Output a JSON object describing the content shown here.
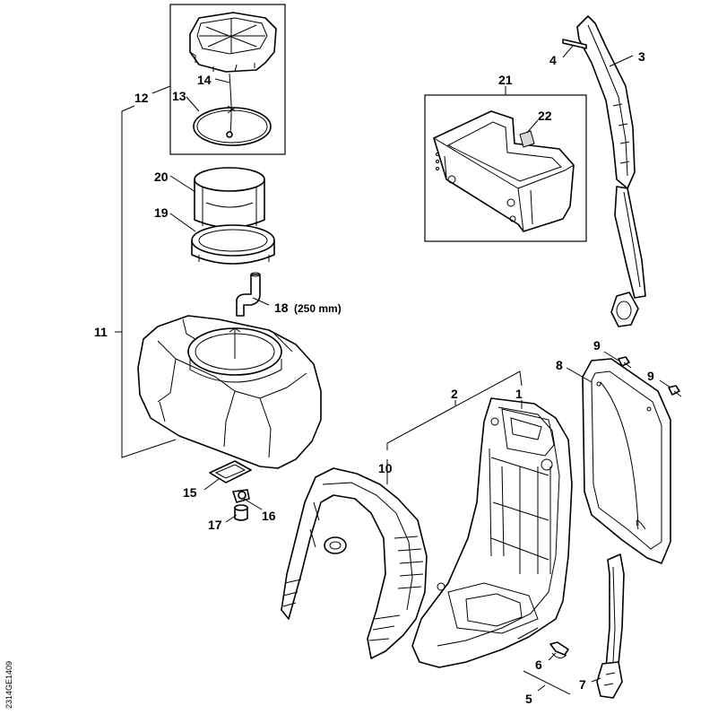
{
  "callouts": [
    {
      "id": "1",
      "label": "1"
    },
    {
      "id": "2",
      "label": "2"
    },
    {
      "id": "3",
      "label": "3"
    },
    {
      "id": "4",
      "label": "4"
    },
    {
      "id": "5",
      "label": "5"
    },
    {
      "id": "6",
      "label": "6"
    },
    {
      "id": "7",
      "label": "7"
    },
    {
      "id": "8",
      "label": "8"
    },
    {
      "id": "9a",
      "label": "9"
    },
    {
      "id": "9b",
      "label": "9"
    },
    {
      "id": "10",
      "label": "10"
    },
    {
      "id": "11",
      "label": "11"
    },
    {
      "id": "12",
      "label": "12"
    },
    {
      "id": "13",
      "label": "13"
    },
    {
      "id": "14",
      "label": "14"
    },
    {
      "id": "15",
      "label": "15"
    },
    {
      "id": "16",
      "label": "16"
    },
    {
      "id": "17",
      "label": "17"
    },
    {
      "id": "18",
      "label": "18"
    },
    {
      "id": "19",
      "label": "19"
    },
    {
      "id": "20",
      "label": "20"
    },
    {
      "id": "21",
      "label": "21"
    },
    {
      "id": "22",
      "label": "22"
    }
  ],
  "hose_length": "(250 mm)",
  "drawing_code": "2314GE1409"
}
